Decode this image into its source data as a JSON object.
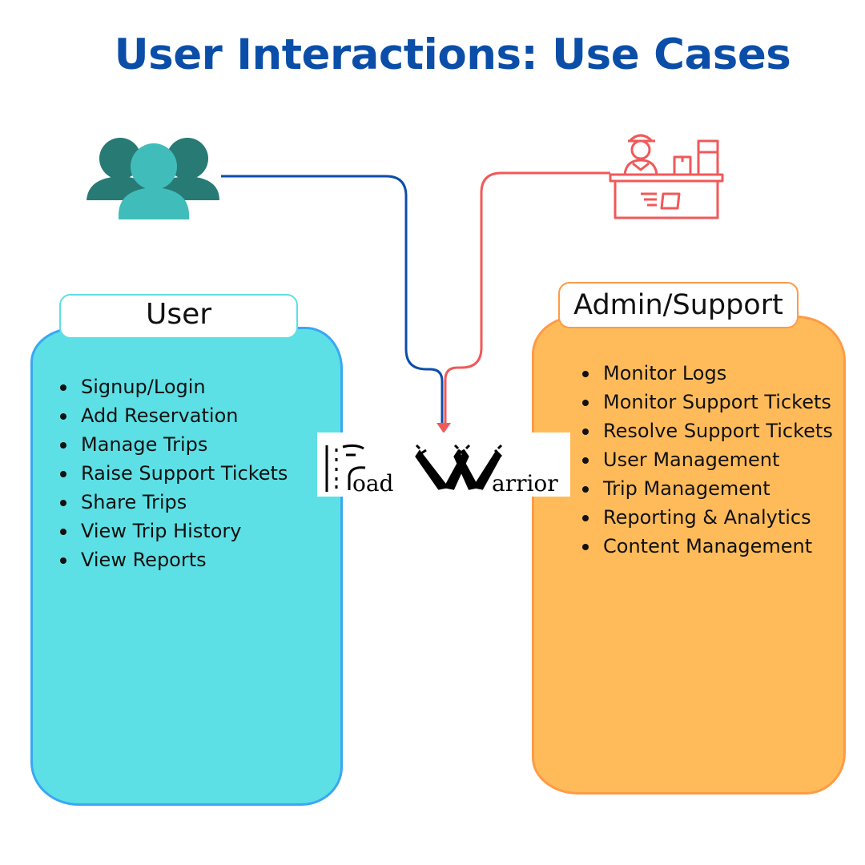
{
  "title": "User Interactions: Use Cases",
  "colors": {
    "title": "#0b4ea8",
    "user_panel": "#5ce0e5",
    "user_panel_border": "#3aa7f3",
    "admin_panel": "#ffbb5a",
    "admin_panel_border": "#ff9a45",
    "user_connector": "#0b4ea8",
    "admin_connector": "#f0595a"
  },
  "icons": {
    "user_group": "users-group-icon",
    "support_desk": "support-desk-icon",
    "logo": "road-warrior-logo"
  },
  "user": {
    "label": "User",
    "items": [
      "Signup/Login",
      "Add Reservation",
      "Manage Trips",
      "Raise Support Tickets",
      "Share Trips",
      "View Trip History",
      "View Reports"
    ]
  },
  "admin": {
    "label": "Admin/Support",
    "items": [
      "Monitor Logs",
      "Monitor Support Tickets",
      "Resolve Support Tickets",
      "User Management",
      "Trip Management",
      "Reporting & Analytics",
      "Content Management"
    ]
  },
  "logo": {
    "word1": "oad",
    "word2": "arrior"
  }
}
